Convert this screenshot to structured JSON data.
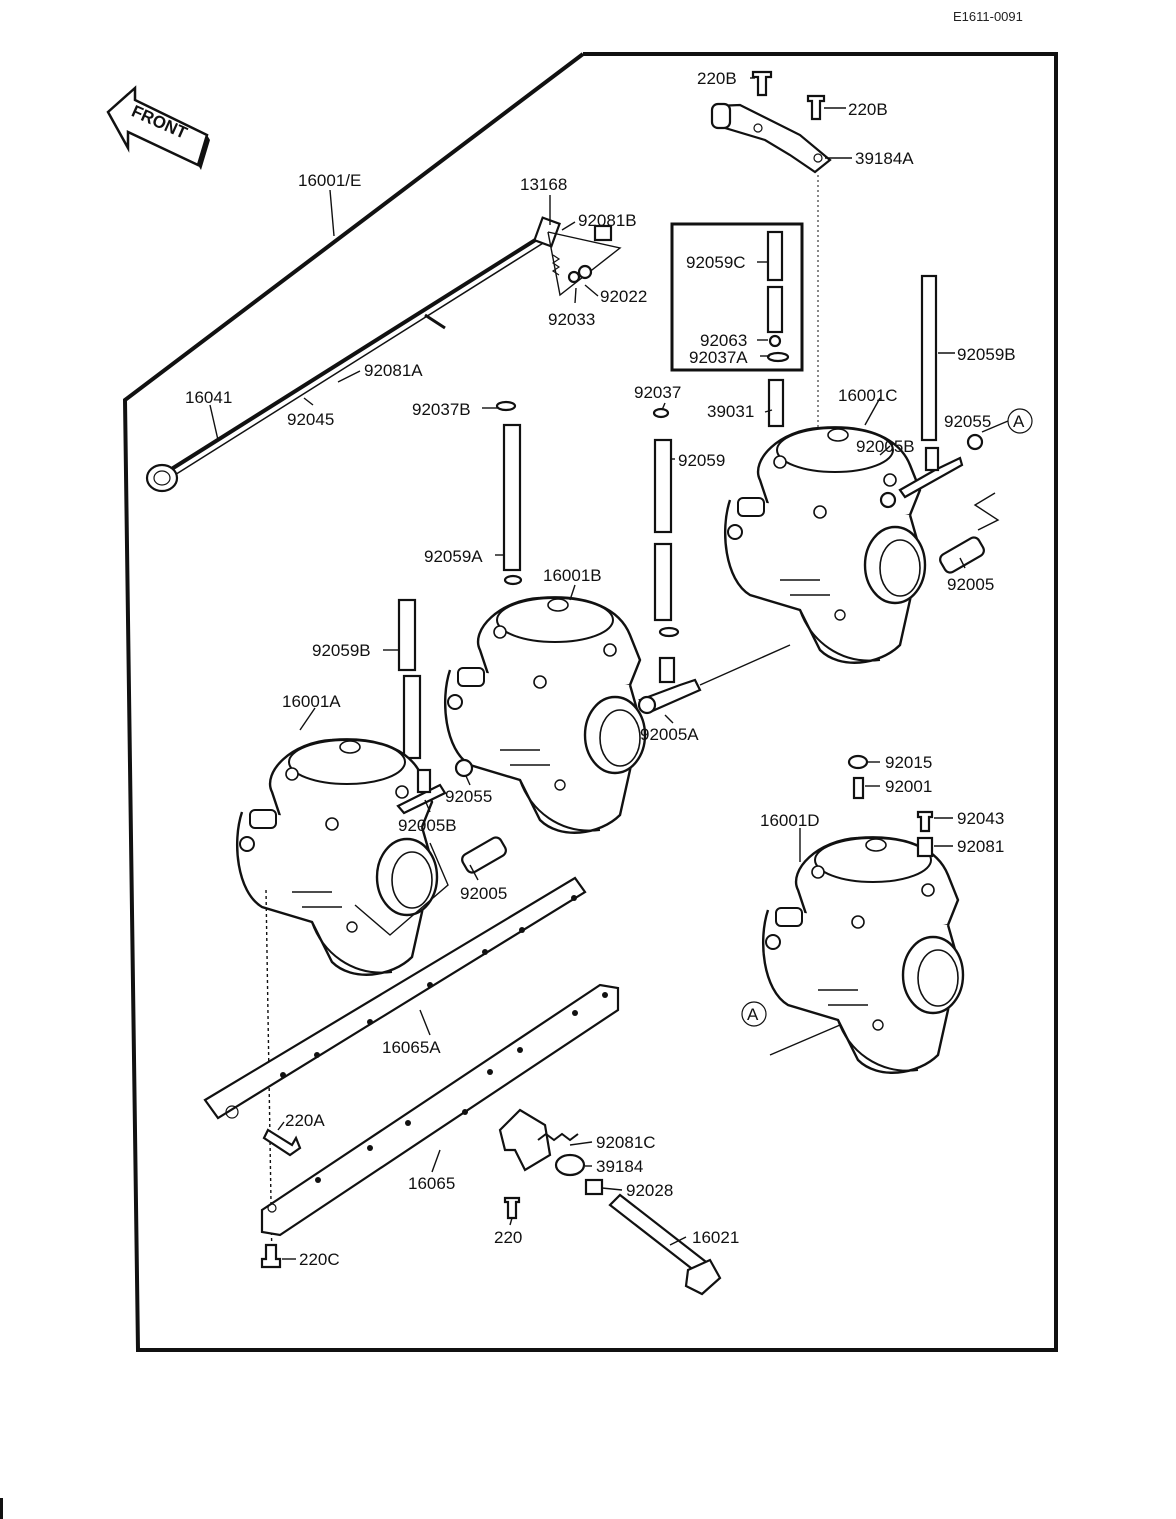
{
  "diagram": {
    "code": "E1611-0091",
    "front_label": "FRONT",
    "circle_ref": "A",
    "labels": {
      "l16001E": "16001/E",
      "l13168": "13168",
      "l92081B": "92081B",
      "l92022": "92022",
      "l92033": "92033",
      "l220B_1": "220B",
      "l220B_2": "220B",
      "l39184A": "39184A",
      "l92059C": "92059C",
      "l92063": "92063",
      "l92037A": "92037A",
      "l92059B_1": "92059B",
      "l16041": "16041",
      "l92081A": "92081A",
      "l92045": "92045",
      "l92037B": "92037B",
      "l92037": "92037",
      "l39031": "39031",
      "l16001C": "16001C",
      "l92055_1": "92055",
      "l92005B_1": "92005B",
      "l92059": "92059",
      "l92059A": "92059A",
      "l16001B": "16001B",
      "l92005_1": "92005",
      "l92059B_2": "92059B",
      "l16001A": "16001A",
      "l92005A": "92005A",
      "l92055_2": "92055",
      "l92005B_2": "92005B",
      "l92005_2": "92005",
      "l92015": "92015",
      "l92001": "92001",
      "l92043": "92043",
      "l16001D": "16001D",
      "l92081": "92081",
      "l16065A": "16065A",
      "l220A": "220A",
      "l92081C": "92081C",
      "l39184": "39184",
      "l92028": "92028",
      "l16065": "16065",
      "l16021": "16021",
      "l220": "220",
      "l220C": "220C"
    }
  }
}
